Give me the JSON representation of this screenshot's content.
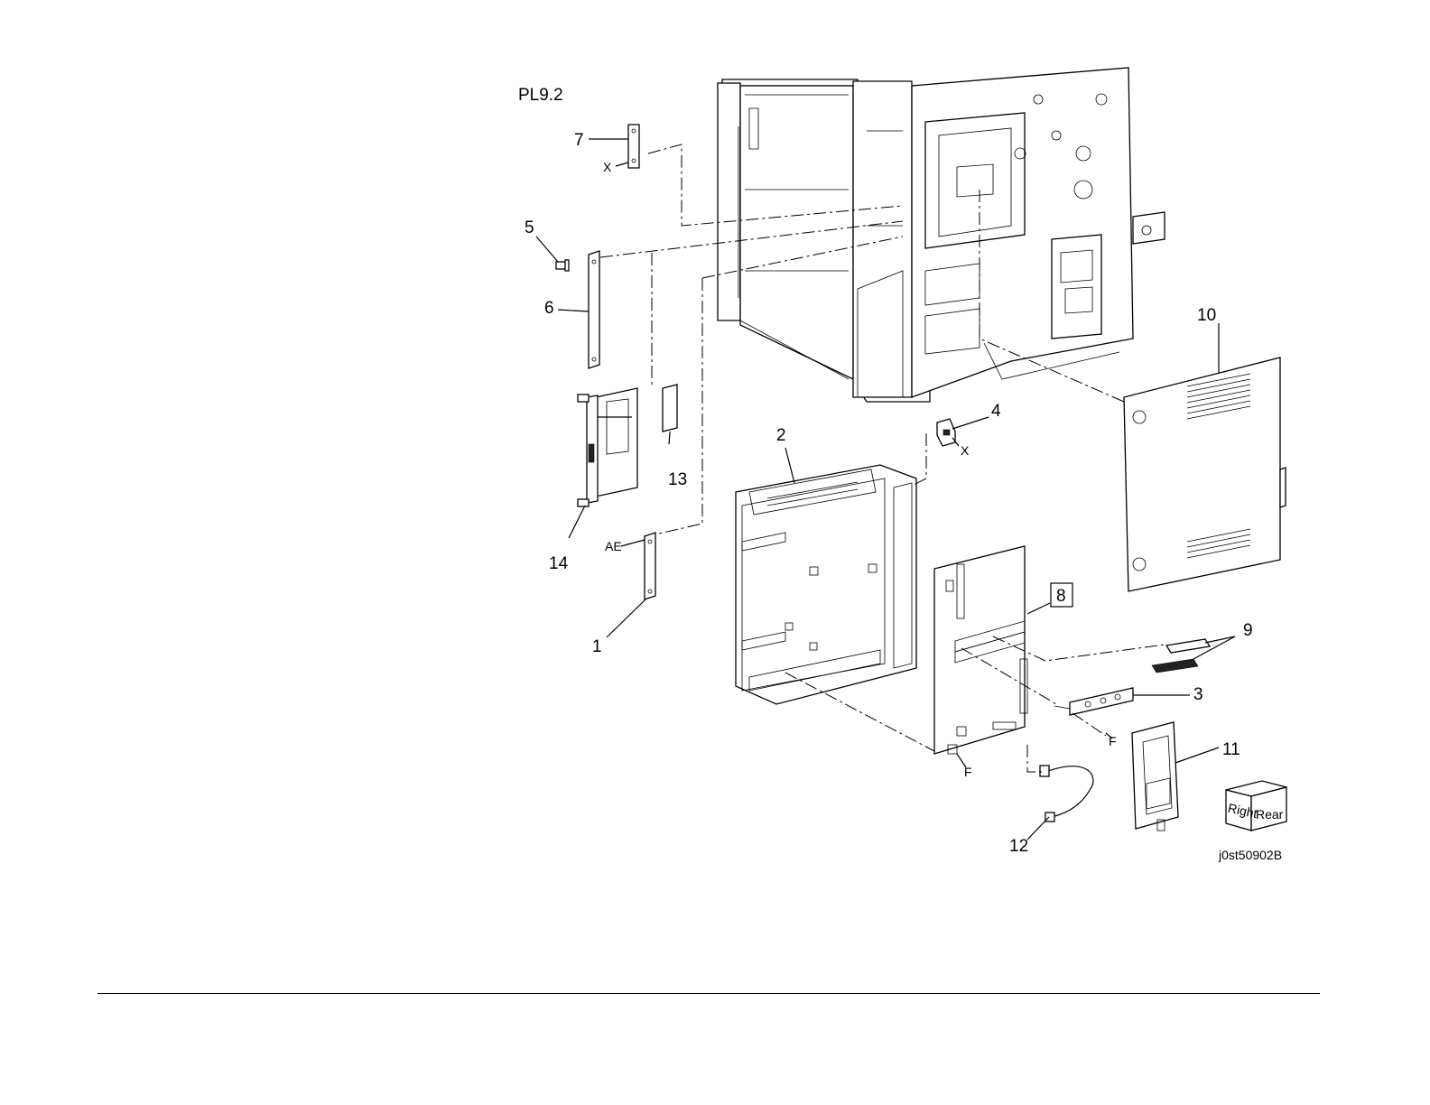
{
  "diagram": {
    "title": "PL9.2",
    "image_code": "j0st50902B",
    "callouts": [
      {
        "id": "c1",
        "text": "1"
      },
      {
        "id": "c2",
        "text": "2"
      },
      {
        "id": "c3",
        "text": "3"
      },
      {
        "id": "c4",
        "text": "4"
      },
      {
        "id": "c5",
        "text": "5"
      },
      {
        "id": "c6",
        "text": "6"
      },
      {
        "id": "c7",
        "text": "7"
      },
      {
        "id": "c8",
        "text": "8"
      },
      {
        "id": "c9",
        "text": "9"
      },
      {
        "id": "c10",
        "text": "10"
      },
      {
        "id": "c11",
        "text": "11"
      },
      {
        "id": "c12",
        "text": "12"
      },
      {
        "id": "c13",
        "text": "13"
      },
      {
        "id": "c14",
        "text": "14"
      }
    ],
    "refs": {
      "x_top": "X",
      "x_mid": "X",
      "ae": "AE",
      "f_left": "F",
      "f_right": "F"
    },
    "orientation_cube": {
      "left_face": "Right",
      "right_face": "Rear"
    }
  }
}
